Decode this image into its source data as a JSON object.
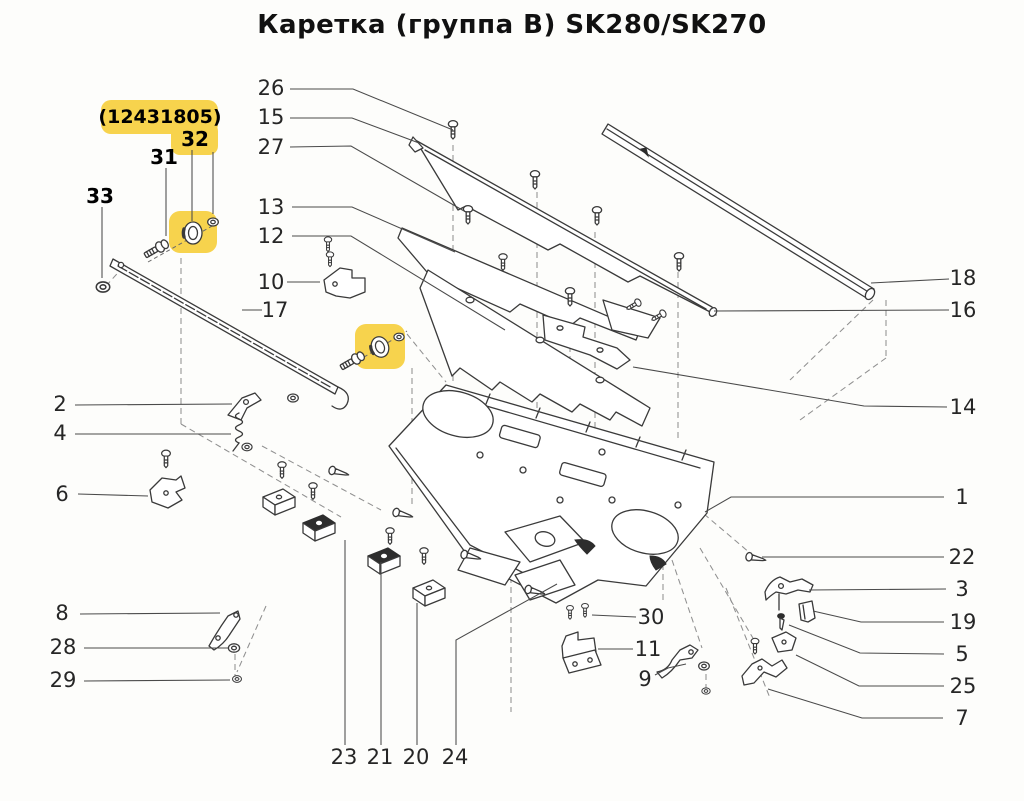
{
  "title": "Каретка (группа B) SK280/SK270",
  "highlight": {
    "part_number": "(12431805)",
    "color": "#F7D34D",
    "highlighted_callout": "32"
  },
  "callouts": {
    "1": "1",
    "2": "2",
    "3": "3",
    "4": "4",
    "5": "5",
    "6": "6",
    "7": "7",
    "8": "8",
    "9": "9",
    "10": "10",
    "11": "11",
    "12": "12",
    "13": "13",
    "14": "14",
    "15": "15",
    "16": "16",
    "17": "17",
    "18": "18",
    "19": "19",
    "20": "20",
    "21": "21",
    "22": "22",
    "23": "23",
    "24": "24",
    "25": "25",
    "26": "26",
    "27": "27",
    "28": "28",
    "29": "29",
    "30": "30",
    "31": "31",
    "32": "32",
    "33": "33"
  }
}
